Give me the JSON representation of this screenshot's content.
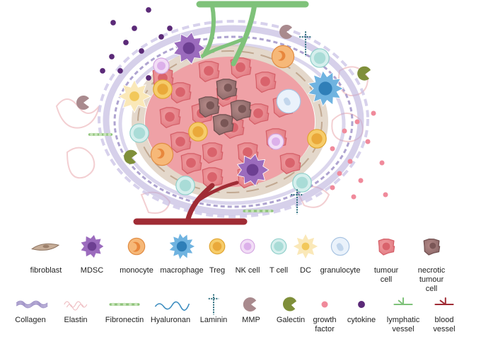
{
  "legend_row1": [
    {
      "key": "fibroblast",
      "label": "fibroblast",
      "color": "#b59a86"
    },
    {
      "key": "mdsc",
      "label": "MDSC",
      "color": "#8a55a8"
    },
    {
      "key": "monocyte",
      "label": "monocyte",
      "color": "#f0a35a"
    },
    {
      "key": "macrophage",
      "label": "macrophage",
      "color": "#4d9fd6"
    },
    {
      "key": "treg",
      "label": "Treg",
      "color": "#f2bd4c"
    },
    {
      "key": "nk_cell",
      "label": "NK cell",
      "color": "#e8c9ef"
    },
    {
      "key": "t_cell",
      "label": "T cell",
      "color": "#bfe5e3"
    },
    {
      "key": "dc",
      "label": "DC",
      "color": "#f6dea0"
    },
    {
      "key": "granulocyte",
      "label": "granulocyte",
      "color": "#dce9f6"
    },
    {
      "key": "tumour_cell",
      "label": "tumour\ncell",
      "color": "#e9888d"
    },
    {
      "key": "necrotic_tumour_cell",
      "label": "necrotic\ntumour\ncell",
      "color": "#a07777"
    }
  ],
  "legend_row2": [
    {
      "key": "collagen",
      "label": "Collagen",
      "color": "#9a8cc4"
    },
    {
      "key": "elastin",
      "label": "Elastin",
      "color": "#f0c2c6"
    },
    {
      "key": "fibronectin",
      "label": "Fibronectin",
      "color": "#8fc47b"
    },
    {
      "key": "hyaluronan",
      "label": "Hyaluronan",
      "color": "#3b8cbf"
    },
    {
      "key": "laminin",
      "label": "Laminin",
      "color": "#2d6e7e"
    },
    {
      "key": "mmp",
      "label": "MMP",
      "color": "#a98a8e"
    },
    {
      "key": "galectin",
      "label": "Galectin",
      "color": "#7f8f3a"
    },
    {
      "key": "growth_factor",
      "label": "growth\nfactor",
      "color": "#f08a9b"
    },
    {
      "key": "cytokine",
      "label": "cytokine",
      "color": "#5b2a78"
    },
    {
      "key": "lymphatic_vessel",
      "label": "lymphatic\nvessel",
      "color": "#7fc27a"
    },
    {
      "key": "blood_vessel",
      "label": "blood\nvessel",
      "color": "#a02c35"
    }
  ]
}
